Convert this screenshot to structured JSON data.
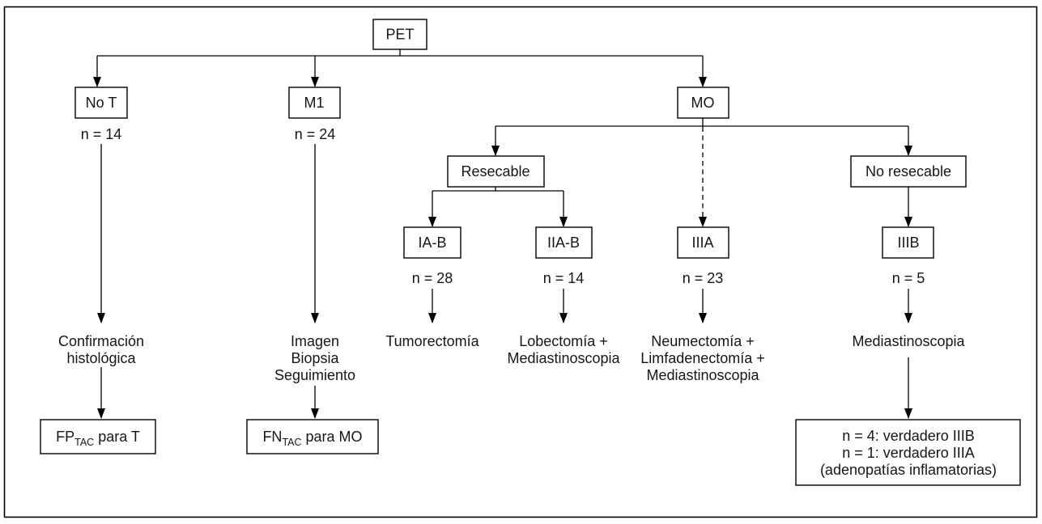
{
  "nodes": {
    "pet": "PET",
    "no_t": "No T",
    "m1": "M1",
    "mo": "MO",
    "resecable": "Resecable",
    "no_resecable": "No resecable",
    "ia_b": "IA-B",
    "iia_b": "IIA-B",
    "iiia": "IIIA",
    "iiib": "IIIB"
  },
  "counts": {
    "no_t": "n = 14",
    "m1": "n = 24",
    "ia_b": "n = 28",
    "iia_b": "n = 14",
    "iiia": "n = 23",
    "iiib": "n = 5"
  },
  "labels": {
    "confirmacion": {
      "line1": "Confirmación",
      "line2": "histológica"
    },
    "m1_followup": {
      "line1": "Imagen",
      "line2": "Biopsia",
      "line3": "Seguimiento"
    },
    "tumorectomia": "Tumorectomía",
    "lobectomia": {
      "line1": "Lobectomía +",
      "line2": "Mediastinoscopia"
    },
    "neumectomia": {
      "line1": "Neumectomía +",
      "line2": "Limfadenectomía +",
      "line3": "Mediastinoscopia"
    },
    "mediastinoscopia": "Mediastinoscopia"
  },
  "outcomes": {
    "fp": {
      "base": "FP",
      "sub": "TAC",
      "suffix": "para T"
    },
    "fn": {
      "base": "FN",
      "sub": "TAC",
      "suffix": "para MO"
    },
    "iiib_result": {
      "line1": "n = 4: verdadero IIIB",
      "line2": "n = 1: verdadero IIIA",
      "line3": "(adenopatías inflamatorias)"
    }
  },
  "colors": {
    "line": "#000000",
    "background": "#ffffff",
    "box_fill": "#ffffff"
  }
}
